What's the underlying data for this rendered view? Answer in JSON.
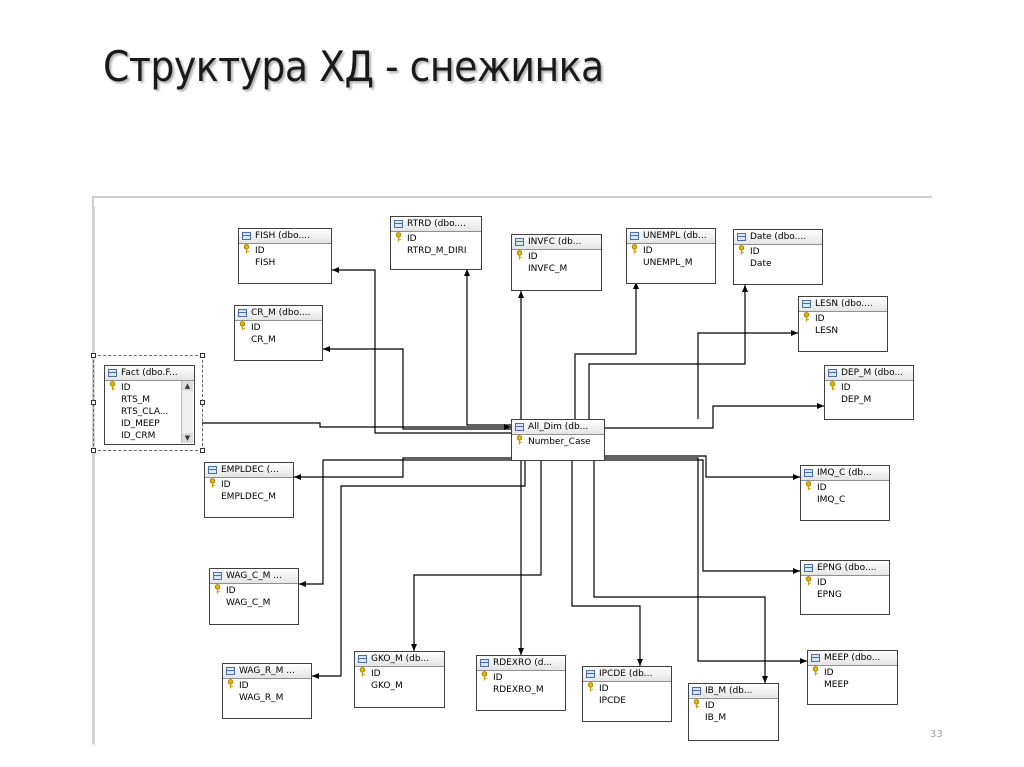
{
  "slide": {
    "title": "Структура ХД - снежинка",
    "page_number": "33"
  },
  "tables": {
    "fish": {
      "header": "FISH (dbo....",
      "rows": [
        {
          "text": "ID",
          "key": true
        },
        {
          "text": "FISH",
          "key": false
        }
      ]
    },
    "rtrd": {
      "header": "RTRD (dbo....",
      "rows": [
        {
          "text": "ID",
          "key": true
        },
        {
          "text": "RTRD_M_DIRI",
          "key": false
        }
      ]
    },
    "invfc": {
      "header": "INVFC (db...",
      "rows": [
        {
          "text": "ID",
          "key": true
        },
        {
          "text": "INVFC_M",
          "key": false
        }
      ]
    },
    "unempl": {
      "header": "UNEMPL (db...",
      "rows": [
        {
          "text": "ID",
          "key": true
        },
        {
          "text": "UNEMPL_M",
          "key": false
        }
      ]
    },
    "date": {
      "header": "Date (dbo....",
      "rows": [
        {
          "text": "ID",
          "key": true
        },
        {
          "text": "Date",
          "key": false
        }
      ]
    },
    "lesn": {
      "header": "LESN (dbo....",
      "rows": [
        {
          "text": "ID",
          "key": true
        },
        {
          "text": "LESN",
          "key": false
        }
      ]
    },
    "cr_m": {
      "header": "CR_M (dbo....",
      "rows": [
        {
          "text": "ID",
          "key": true
        },
        {
          "text": "CR_M",
          "key": false
        }
      ]
    },
    "fact": {
      "header": "Fact (dbo.F...",
      "rows": [
        {
          "text": "ID",
          "key": true
        },
        {
          "text": "RTS_M",
          "key": false
        },
        {
          "text": "RTS_CLA...",
          "key": false
        },
        {
          "text": "ID_MEEP",
          "key": false
        },
        {
          "text": "ID_CRM",
          "key": false
        }
      ]
    },
    "dep_m": {
      "header": "DEP_M (dbo...",
      "rows": [
        {
          "text": "ID",
          "key": true
        },
        {
          "text": "DEP_M",
          "key": false
        }
      ]
    },
    "all_dim": {
      "header": "All_Dim (db...",
      "rows": [
        {
          "text": "Number_Case",
          "key": true
        }
      ]
    },
    "empldec": {
      "header": "EMPLDEC (...",
      "rows": [
        {
          "text": "ID",
          "key": true
        },
        {
          "text": "EMPLDEC_M",
          "key": false
        }
      ]
    },
    "imq_c": {
      "header": "IMQ_C (db...",
      "rows": [
        {
          "text": "ID",
          "key": true
        },
        {
          "text": "IMQ_C",
          "key": false
        }
      ]
    },
    "wag_c_m": {
      "header": "WAG_C_M ...",
      "rows": [
        {
          "text": "ID",
          "key": true
        },
        {
          "text": "WAG_C_M",
          "key": false
        }
      ]
    },
    "epng": {
      "header": "EPNG (dbo....",
      "rows": [
        {
          "text": "ID",
          "key": true
        },
        {
          "text": "EPNG",
          "key": false
        }
      ]
    },
    "wag_r_m": {
      "header": "WAG_R_M ...",
      "rows": [
        {
          "text": "ID",
          "key": true
        },
        {
          "text": "WAG_R_M",
          "key": false
        }
      ]
    },
    "gko_m": {
      "header": "GKO_M (db...",
      "rows": [
        {
          "text": "ID",
          "key": true
        },
        {
          "text": "GKO_M",
          "key": false
        }
      ]
    },
    "rdexro": {
      "header": "RDEXRO (d...",
      "rows": [
        {
          "text": "ID",
          "key": true
        },
        {
          "text": "RDEXRO_M",
          "key": false
        }
      ]
    },
    "ipcde": {
      "header": "IPCDE (db...",
      "rows": [
        {
          "text": "ID",
          "key": true
        },
        {
          "text": "IPCDE",
          "key": false
        }
      ]
    },
    "ib_m": {
      "header": "IB_M (db...",
      "rows": [
        {
          "text": "ID",
          "key": true
        },
        {
          "text": "IB_M",
          "key": false
        }
      ]
    },
    "meep": {
      "header": "MEEP (dbo...",
      "rows": [
        {
          "text": "ID",
          "key": true
        },
        {
          "text": "MEEP",
          "key": false
        }
      ]
    }
  },
  "colors": {
    "line": "#000000",
    "key_icon": "#c9a000",
    "table_icon": "#4a6fa5"
  }
}
